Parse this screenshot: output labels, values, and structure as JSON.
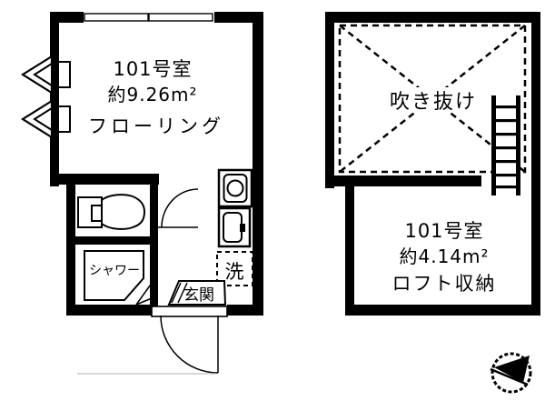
{
  "floorplan": {
    "type": "apartment-floor-plan",
    "colors": {
      "wall": "#000000",
      "background": "#ffffff",
      "ground_line": "#c8c8c8"
    },
    "left_unit": {
      "room": {
        "name": "101号室",
        "area": "約9.26m²",
        "floor_type": "フローリング"
      },
      "shower_label": "シャワー",
      "entrance_label": "玄関",
      "laundry_label": "洗",
      "fixtures": [
        "toilet-icon",
        "shower-pan-icon",
        "stove-icon",
        "refrigerator-icon",
        "laundry-space",
        "sliding-window-icon",
        "casement-window-icon",
        "entrance-door",
        "interior-door"
      ]
    },
    "right_unit": {
      "void_label": "吹き抜け",
      "loft": {
        "name": "101号室",
        "area": "約4.14m²",
        "type": "ロフト収納"
      },
      "fixtures": [
        "ladder-icon",
        "void-dashed-area"
      ]
    },
    "compass": "north-arrow"
  }
}
